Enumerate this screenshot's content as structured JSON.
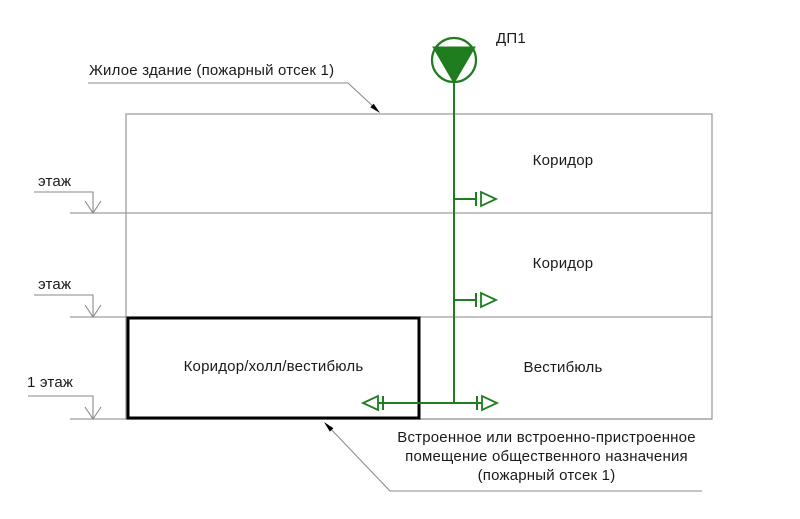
{
  "diagram": {
    "fan_label": "ДП1",
    "building_label": "Жилое здание (пожарный отсек 1)",
    "floor_markers": [
      {
        "label": "этаж"
      },
      {
        "label": "этаж"
      },
      {
        "label": "1 этаж"
      }
    ],
    "rooms": {
      "floor3": "Коридор",
      "floor2": "Коридор",
      "floor1": "Вестибюль",
      "embedded": "Коридор/холл/вестибюль"
    },
    "annotation": {
      "line1": "Встроенное или встроенно-пристроенное",
      "line2": "помещение общественного назначения",
      "line3": "(пожарный отсек 1)"
    },
    "colors": {
      "duct_green": "#1f7d1f",
      "outline_gray": "#9e9e9e",
      "leader_gray": "#8a8a8a",
      "emphasis_black": "#000000"
    }
  }
}
